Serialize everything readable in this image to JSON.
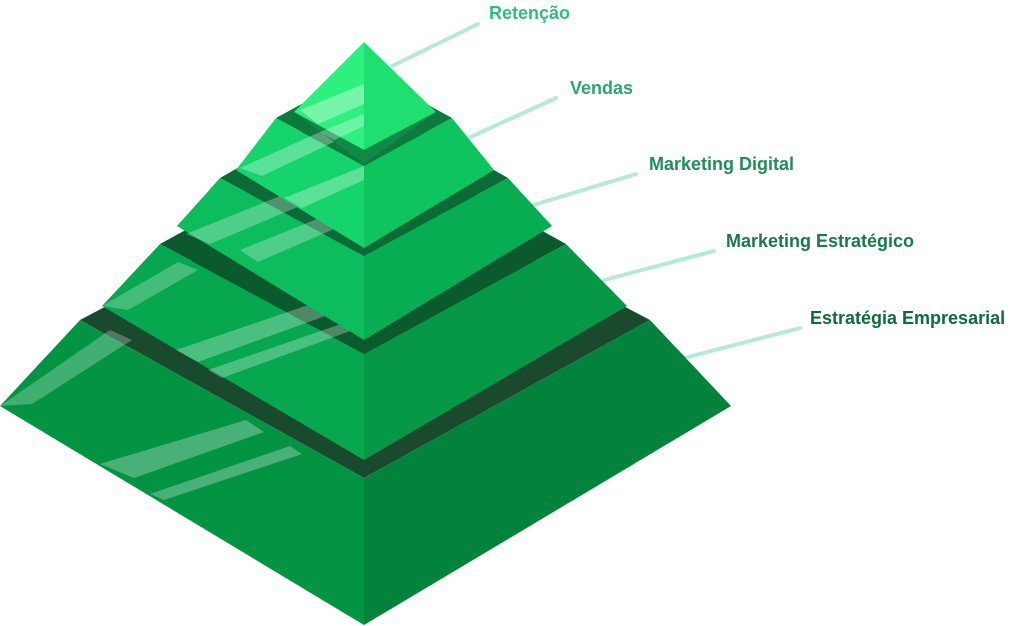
{
  "diagram": {
    "type": "pyramid",
    "levels": [
      {
        "label": "Retenção",
        "label_color": "#2ebd7a"
      },
      {
        "label": "Vendas",
        "label_color": "#2aa86c"
      },
      {
        "label": "Marketing Digital",
        "label_color": "#1f8f58"
      },
      {
        "label": "Marketing Estratégico",
        "label_color": "#177a48"
      },
      {
        "label": "Estratégia Empresarial",
        "label_color": "#0f6a3c"
      }
    ],
    "colors": {
      "leader_line": "#b5ead4",
      "top_left": [
        "#2df07f",
        "#15d46c",
        "#0cbc5d",
        "#06a74f",
        "#039443"
      ],
      "top_right": [
        "#1ee070",
        "#0dc45f",
        "#07ad52",
        "#049847",
        "#02833b"
      ],
      "step_dark": [
        "#0f8a46",
        "#0d7a3d",
        "#0b6a35",
        "#0a5a2d",
        "#1a4a2e"
      ],
      "highlight": "#ffffff"
    }
  }
}
